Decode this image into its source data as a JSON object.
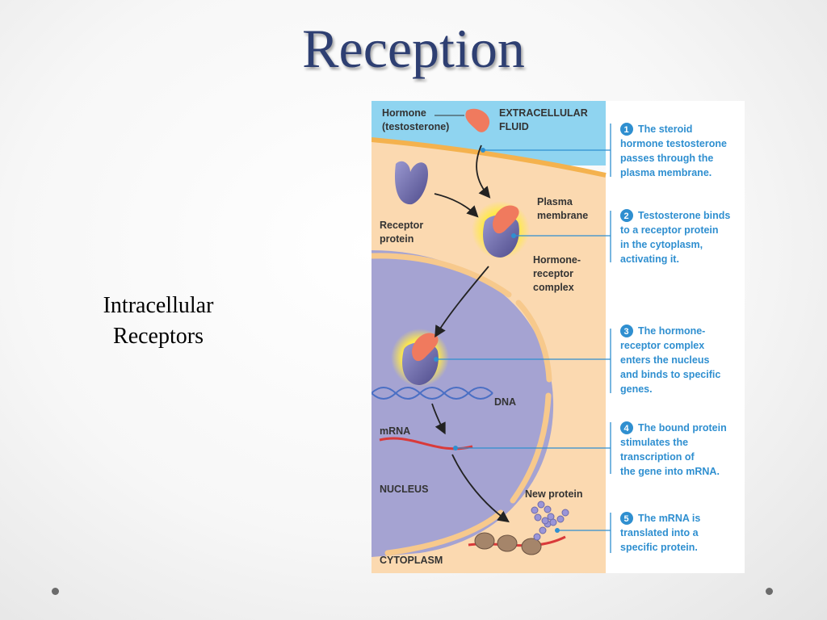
{
  "slide": {
    "title": "Reception",
    "side_label": [
      "Intracellular",
      "Receptors"
    ]
  },
  "diagram": {
    "labels": {
      "hormone": [
        "Hormone",
        "(testosterone)"
      ],
      "extracellular": [
        "EXTRACELLULAR",
        "FLUID"
      ],
      "plasma_membrane": [
        "Plasma",
        "membrane"
      ],
      "receptor_protein": [
        "Receptor",
        "protein"
      ],
      "hormone_receptor_complex": [
        "Hormone-",
        "receptor",
        "complex"
      ],
      "dna": "DNA",
      "mrna": "mRNA",
      "nucleus": "NUCLEUS",
      "new_protein": "New protein",
      "cytoplasm": "CYTOPLASM"
    },
    "steps": [
      {
        "num": "1",
        "lines": [
          "The steroid",
          "hormone testosterone",
          "passes through the",
          "plasma membrane."
        ]
      },
      {
        "num": "2",
        "lines": [
          "Testosterone binds",
          "to a receptor protein",
          "in the cytoplasm,",
          "activating it."
        ]
      },
      {
        "num": "3",
        "lines": [
          "The hormone-",
          "receptor complex",
          "enters the nucleus",
          "and binds to specific",
          "genes."
        ]
      },
      {
        "num": "4",
        "lines": [
          "The bound protein",
          "stimulates the",
          "transcription of",
          "the gene into mRNA."
        ]
      },
      {
        "num": "5",
        "lines": [
          "The mRNA is",
          "translated into a",
          "specific protein."
        ]
      }
    ],
    "colors": {
      "extracellular": "#8fd4f0",
      "cytoplasm": "#fbd9b0",
      "membrane": "#f4b24e",
      "nucleus": "#a5a3d2",
      "receptor": "#6d6aa8",
      "hormone": "#f07a5e",
      "step_text": "#2f8fd0"
    }
  }
}
